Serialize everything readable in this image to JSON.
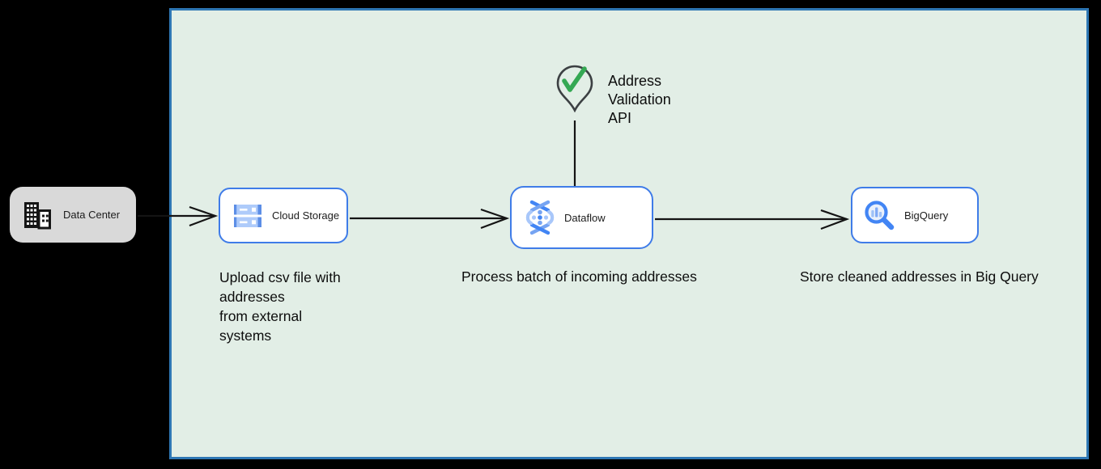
{
  "diagram": {
    "outer_background": "#000000",
    "board_background": "#e2eee6",
    "board_border_color": "#2e77b4"
  },
  "external_node": {
    "label": "Data Center",
    "icon": "office-building-icon",
    "background": "#d9d9d9"
  },
  "nodes": [
    {
      "id": "cloud-storage",
      "label": "Cloud Storage",
      "icon": "cloud-storage-icon",
      "caption": "Upload csv file with\naddresses\nfrom external\nsystems"
    },
    {
      "id": "dataflow",
      "label": "Dataflow",
      "icon": "dataflow-icon",
      "caption": "Process batch of incoming addresses"
    },
    {
      "id": "bigquery",
      "label": "BigQuery",
      "icon": "bigquery-icon",
      "caption": "Store cleaned addresses in Big Query"
    }
  ],
  "annotation": {
    "label": "Address Validation\nAPI",
    "icon": "map-pin-check-icon",
    "pin_outline_color": "#3c4043",
    "check_color": "#34a853"
  },
  "styles": {
    "node_border_color": "#3f7ce8",
    "node_fill": "#ffffff",
    "connector_color": "#141414",
    "google_blue": "#4285f4",
    "light_blue": "#a8c7fa"
  }
}
